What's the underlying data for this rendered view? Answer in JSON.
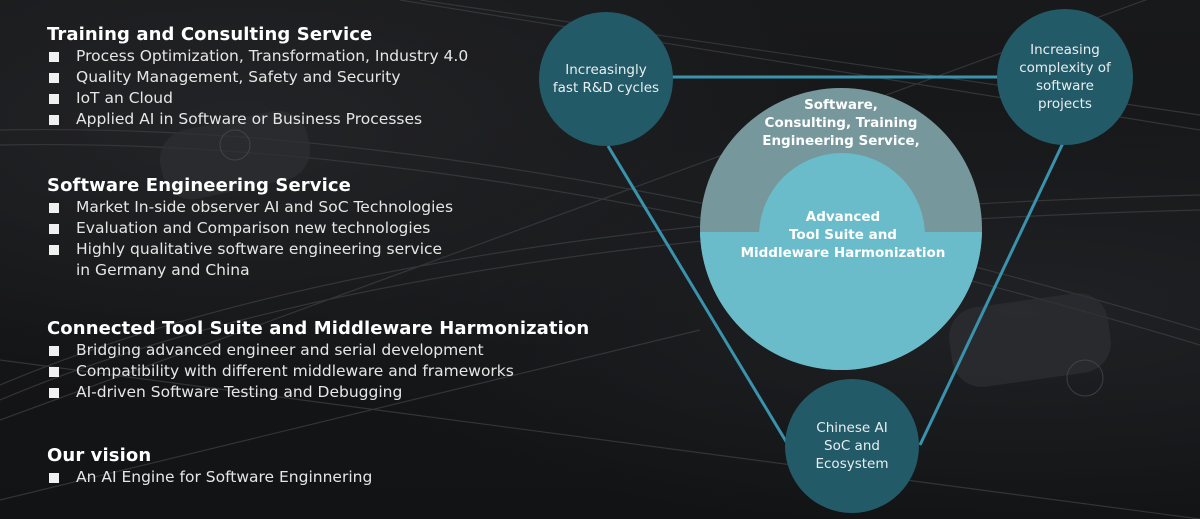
{
  "sections": [
    {
      "title": "Training and Consulting Service",
      "items": [
        "Process Optimization, Transformation, Industry 4.0",
        "Quality Management, Safety and Security",
        "IoT an Cloud",
        "Applied AI in Software or Business Processes"
      ]
    },
    {
      "title": "Software Engineering Service",
      "items": [
        "Market In-side observer AI and SoC Technologies",
        "Evaluation and Comparison new technologies",
        "Highly qualitative software engineering service",
        "in Germany and China"
      ]
    },
    {
      "title": "Connected Tool Suite and Middleware Harmonization",
      "items": [
        "Bridging advanced engineer and serial development",
        "Compatibility with different middleware and frameworks",
        "AI-driven Software Testing and Debugging"
      ]
    },
    {
      "title": "Our vision",
      "items": [
        "An AI Engine for Software Enginnering"
      ]
    }
  ],
  "diagram": {
    "nodes": {
      "top_left": {
        "lines": [
          "Increasingly",
          "fast R&D cycles"
        ]
      },
      "top_right": {
        "lines": [
          "Increasing",
          "complexity of",
          "software",
          "projects"
        ]
      },
      "bottom": {
        "lines": [
          "Chinese AI",
          "SoC and",
          "Ecosystem"
        ]
      }
    },
    "center": {
      "outer_lines": [
        "Software,",
        "Consulting, Training",
        "Engineering Service,"
      ],
      "inner_lines": [
        "Advanced",
        "Tool Suite and",
        "Middleware Harmonization"
      ]
    },
    "colors": {
      "node": "#235a68",
      "connector": "#3a93ad",
      "outer_circle": "#7b9ea3",
      "inner_circle": "#6bbccb",
      "background": "#141517"
    }
  }
}
